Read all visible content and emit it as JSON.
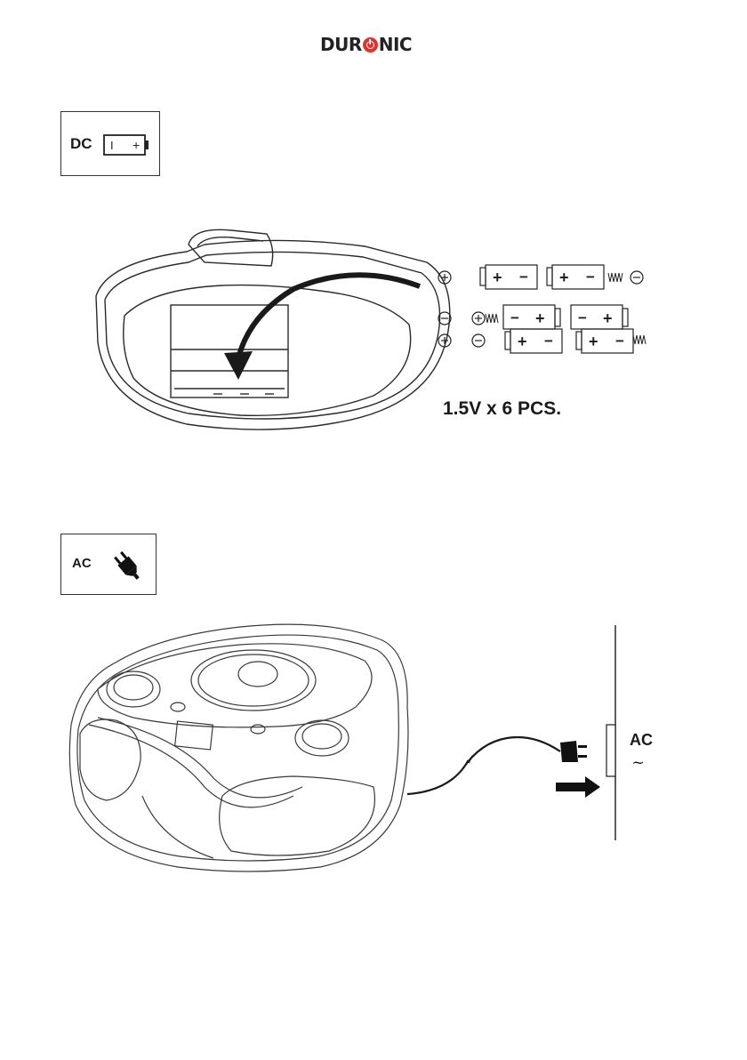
{
  "brand": {
    "logo_text_left": "DUR",
    "logo_text_right": "NIC"
  },
  "dc_section": {
    "label": "DC",
    "battery_sign_minus": "I",
    "battery_sign_plus": "+",
    "quantity_text": "1.5V x 6 PCS."
  },
  "ac_section": {
    "label": "AC",
    "outlet_label": "AC",
    "outlet_symbol": "~"
  },
  "battery_diagram": {
    "plus": "+",
    "minus": "−"
  }
}
